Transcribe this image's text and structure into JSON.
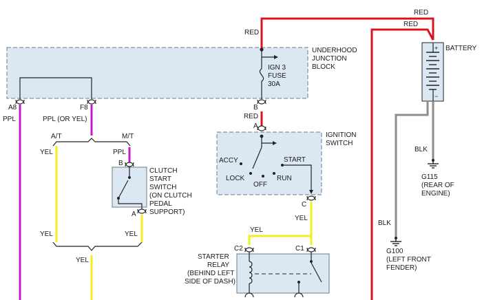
{
  "colors": {
    "red": "#d9141c",
    "purple": "#c21dc9",
    "yellow": "#f4ee1e",
    "gray": "#8c8c8c",
    "box_fill": "#dbe8f3"
  },
  "labels": {
    "underhood": [
      "UNDERHOOD",
      "JUNCTION",
      "BLOCK"
    ],
    "fuse": [
      "IGN 3",
      "FUSE",
      "30A"
    ],
    "battery": "BATTERY",
    "plus": "+",
    "minus": "−",
    "red_top": "RED",
    "red_top2": "RED",
    "red_left": "RED",
    "red_b": "RED",
    "term_b": "B",
    "term_a": "A",
    "a8": "A8",
    "ppl": "PPL",
    "f8": "F8",
    "ppl_or_yel": "PPL (OR YEL)",
    "ignition": [
      "IGNITION",
      "SWITCH"
    ],
    "accy": "ACCY",
    "lock": "LOCK",
    "off": "OFF",
    "run": "RUN",
    "start": "START",
    "term_c": "C",
    "yel_c": "YEL",
    "at": "A/T",
    "mt": "M/T",
    "yel_at": "YEL",
    "ppl_mt": "PPL",
    "clutch_b": "B",
    "clutch_a": "A",
    "clutch": [
      "CLUTCH",
      "START",
      "SWITCH",
      "(ON CLUTCH",
      "PEDAL",
      "SUPPORT)"
    ],
    "yel_low_left": "YEL",
    "yel_low_right": "YEL",
    "yel_bottom": "YEL",
    "yel_relay_top": "YEL",
    "c2": "C2",
    "c1": "C1",
    "starter_relay": [
      "STARTER",
      "RELAY",
      "(BEHIND LEFT",
      "SIDE OF DASH)"
    ],
    "blk_right": "BLK",
    "g115": [
      "G115",
      "(REAR OF",
      "ENGINE)"
    ],
    "blk_left": "BLK",
    "g100": [
      "G100",
      "(LEFT FRONT",
      "FENDER)"
    ]
  }
}
